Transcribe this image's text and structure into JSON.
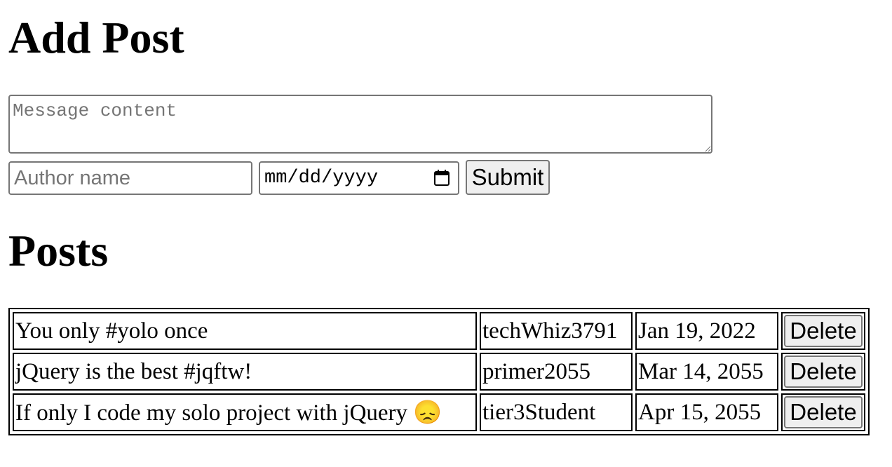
{
  "headings": {
    "add_post": "Add Post",
    "posts": "Posts"
  },
  "form": {
    "message_placeholder": "Message content",
    "author_placeholder": "Author name",
    "date_placeholder": "mm/dd/yyyy",
    "submit_label": "Submit"
  },
  "posts": [
    {
      "message": "You only #yolo once",
      "author": "techWhiz3791",
      "date": "Jan 19, 2022",
      "action": "Delete"
    },
    {
      "message": "jQuery is the best #jqftw!",
      "author": "primer2055",
      "date": "Mar 14, 2055",
      "action": "Delete"
    },
    {
      "message": "If only I code my solo project with jQuery 😞",
      "author": "tier3Student",
      "date": "Apr 15, 2055",
      "action": "Delete"
    }
  ]
}
